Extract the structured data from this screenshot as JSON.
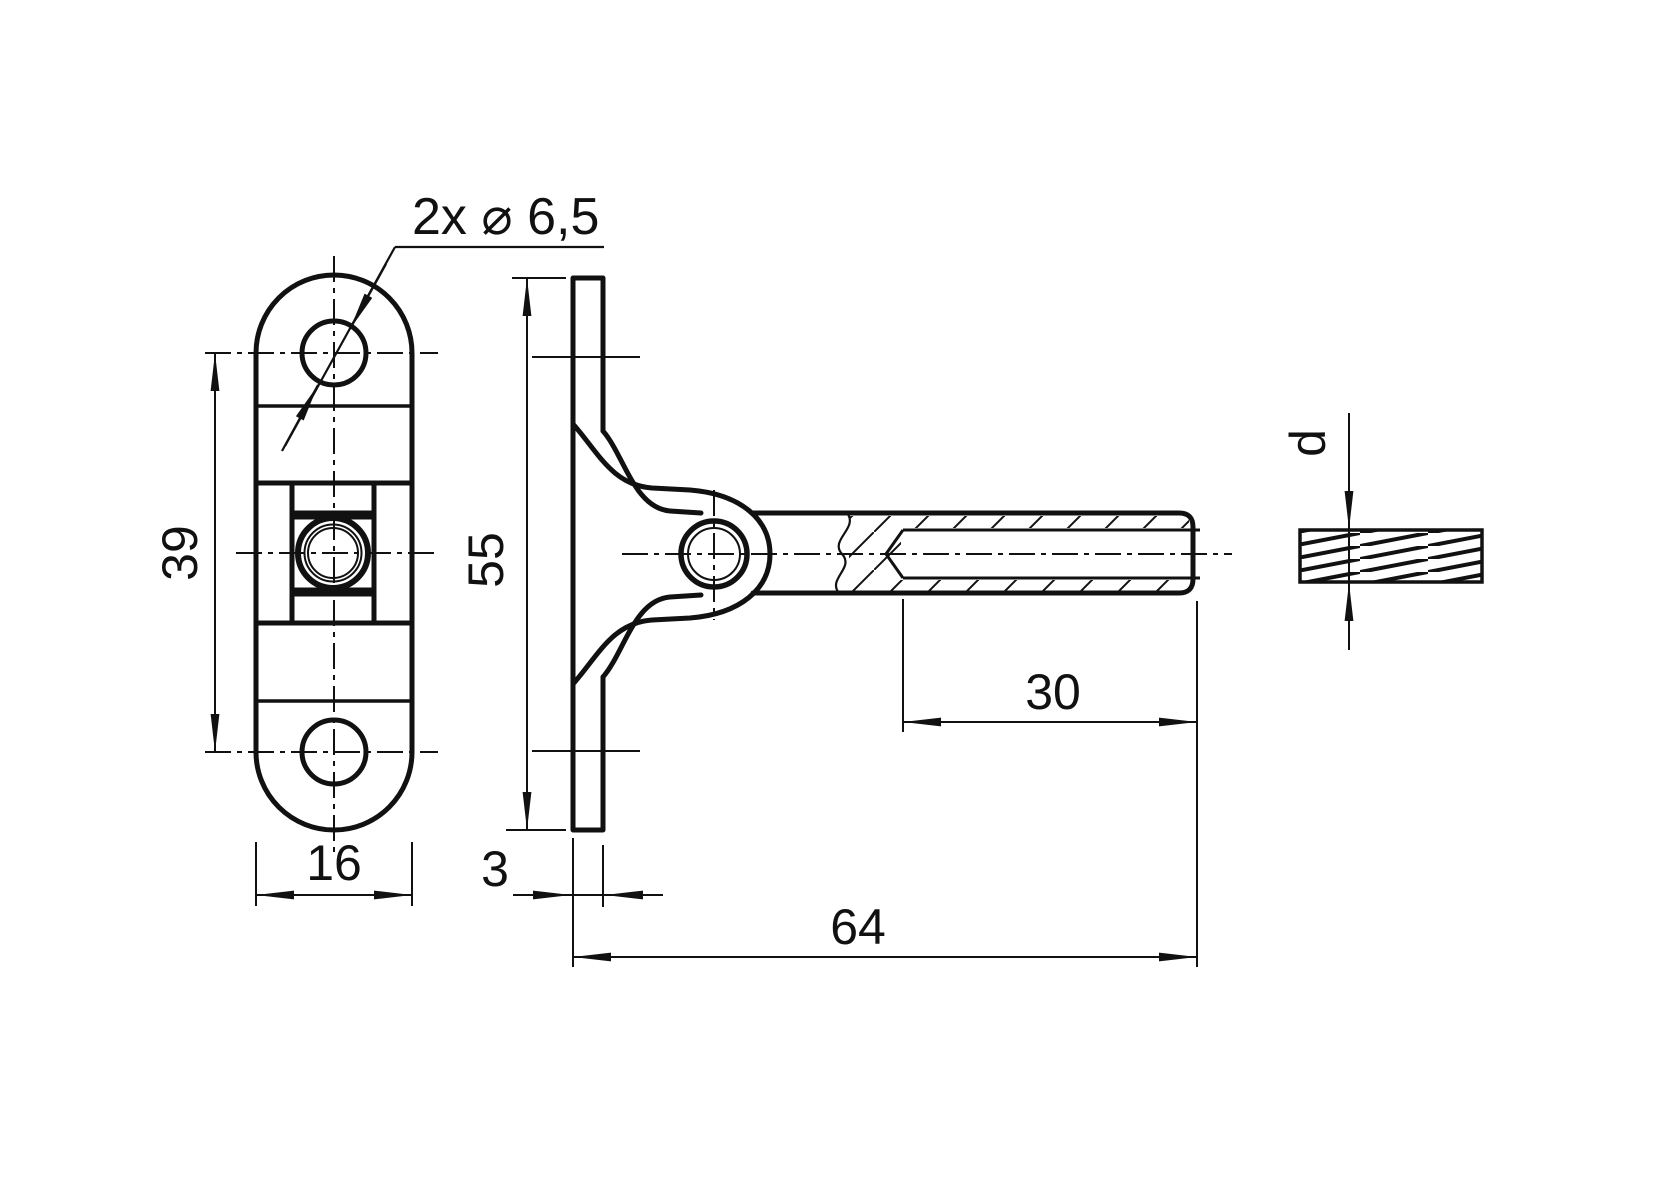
{
  "drawing": {
    "background": "#ffffff",
    "line_color": "#111111",
    "labels": {
      "hole_callout": "2x ⌀ 6,5",
      "hole_spacing": "39",
      "plate_width": "16",
      "plate_height": "55",
      "plate_thickness": "3",
      "thread_depth": "30",
      "total_length": "64",
      "rope_diameter": "d"
    }
  }
}
